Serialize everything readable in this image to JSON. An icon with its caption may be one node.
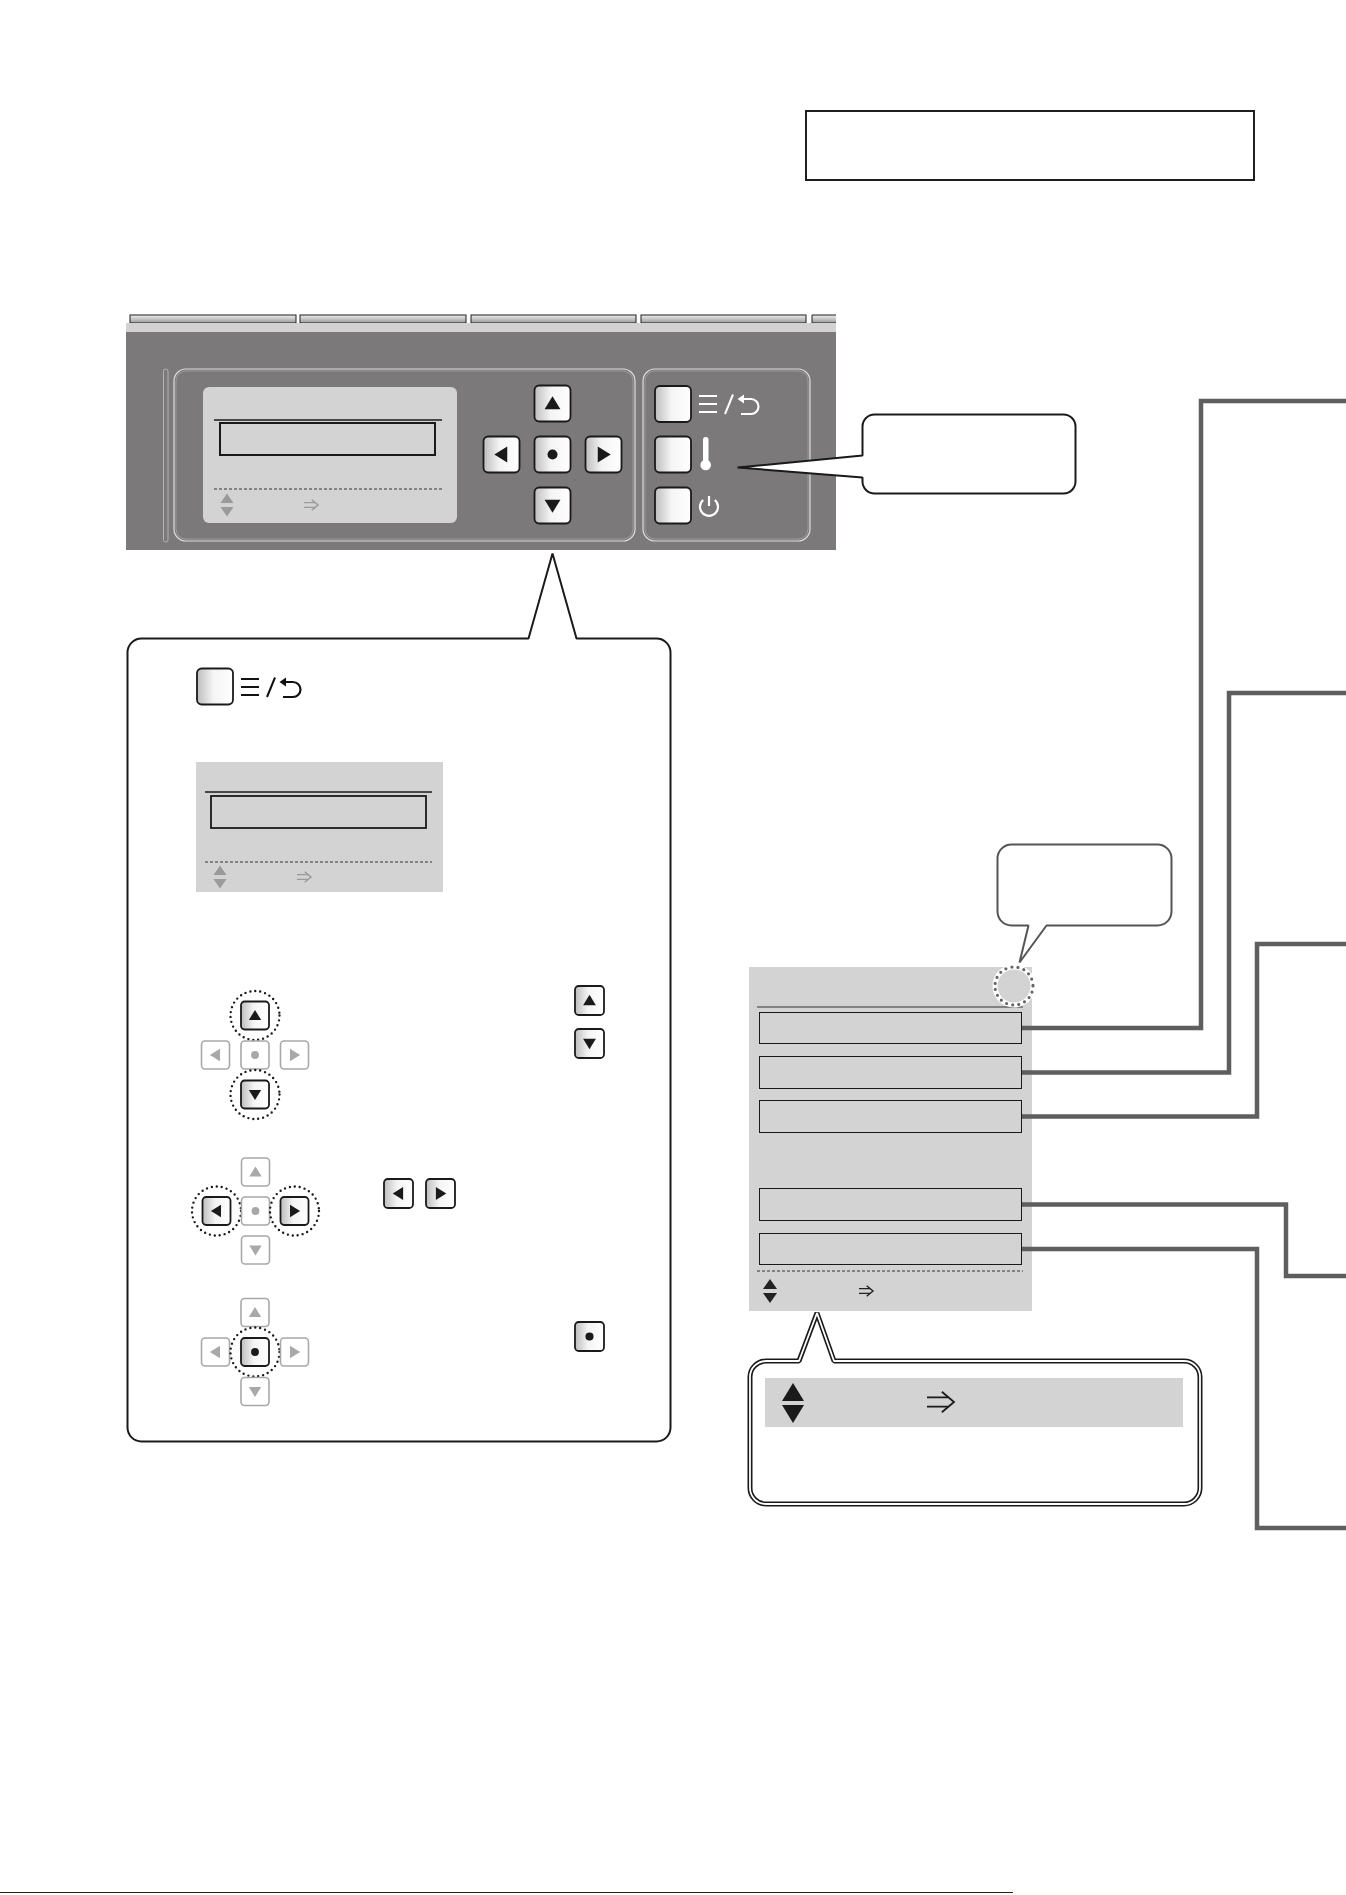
{
  "diagram": {
    "nodes": [
      {
        "text": [],
        "shape": "box"
      },
      {
        "text": [],
        "shape": "callout"
      },
      {
        "text": [],
        "shape": "callout"
      },
      {
        "text": [],
        "shape": "callout"
      },
      {
        "text": [],
        "shape": "box"
      },
      {
        "text": [],
        "shape": "box",
        "in": 4
      },
      {
        "text": [],
        "shape": "box",
        "in": 4
      },
      {
        "text": [],
        "shape": "box",
        "in": 4
      },
      {
        "text": [],
        "shape": "box",
        "in": 4
      },
      {
        "text": [],
        "shape": "box",
        "in": 4
      },
      {
        "text": [],
        "shape": "callout"
      }
    ],
    "edges": [
      {
        "from": 5,
        "to": null,
        "arrow": "none"
      },
      {
        "from": 6,
        "to": null,
        "arrow": "none"
      },
      {
        "from": 7,
        "to": null,
        "arrow": "none"
      },
      {
        "from": 8,
        "to": null,
        "arrow": "none"
      },
      {
        "from": 9,
        "to": null,
        "arrow": "none"
      }
    ]
  }
}
